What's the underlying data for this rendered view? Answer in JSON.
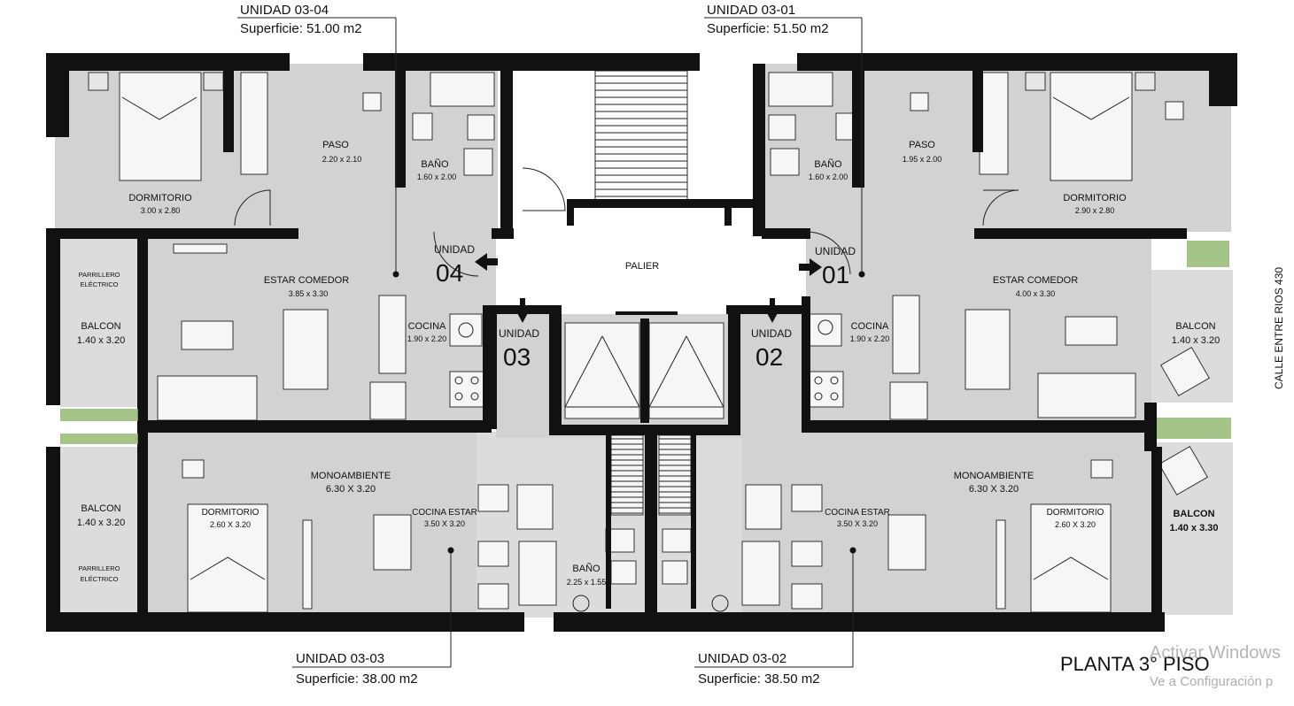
{
  "units": {
    "u0304": {
      "name": "UNIDAD 03-04",
      "area": "Superficie: 51.00 m2",
      "tag_label": "UNIDAD",
      "tag_num": "04"
    },
    "u0301": {
      "name": "UNIDAD 03-01",
      "area": "Superficie: 51.50 m2",
      "tag_label": "UNIDAD",
      "tag_num": "01"
    },
    "u0303": {
      "name": "UNIDAD 03-03",
      "area": "Superficie: 38.00 m2",
      "tag_label": "UNIDAD",
      "tag_num": "03"
    },
    "u0302": {
      "name": "UNIDAD 03-02",
      "area": "Superficie: 38.50 m2",
      "tag_label": "UNIDAD",
      "tag_num": "02"
    }
  },
  "rooms": {
    "dormitorio_04": {
      "name": "DORMITORIO",
      "dims": "3.00 x 2.80"
    },
    "paso_04": {
      "name": "PASO",
      "dims": "2.20 x 2.10"
    },
    "bano_04": {
      "name": "BAÑO",
      "dims": "1.60 x 2.00"
    },
    "bano_01": {
      "name": "BAÑO",
      "dims": "1.60 x 2.00"
    },
    "paso_01": {
      "name": "PASO",
      "dims": "1.95 x 2.00"
    },
    "dormitorio_01": {
      "name": "DORMITORIO",
      "dims": "2.90 x 2.80"
    },
    "parrillero_top": {
      "name1": "PARRILLERO",
      "name2": "ELÉCTRICO"
    },
    "balcon_04": {
      "name": "BALCON",
      "dims": "1.40 x 3.20"
    },
    "estar_04": {
      "name": "ESTAR COMEDOR",
      "dims": "3.85 x 3.30"
    },
    "cocina_04": {
      "name": "COCINA",
      "dims": "1.90 x 2.20"
    },
    "palier": {
      "name": "PALIER"
    },
    "cocina_01": {
      "name": "COCINA",
      "dims": "1.90 x 2.20"
    },
    "estar_01": {
      "name": "ESTAR COMEDOR",
      "dims": "4.00 x 3.30"
    },
    "balcon_01": {
      "name": "BALCON",
      "dims": "1.40 x 3.20"
    },
    "monoambiente_03": {
      "name": "MONOAMBIENTE",
      "dims": "6.30 X 3.20"
    },
    "dormitorio_03": {
      "name": "DORMITORIO",
      "dims": "2.60 X 3.20"
    },
    "cocina_estar_03": {
      "name": "COCINA ESTAR",
      "dims": "3.50 X 3.20"
    },
    "balcon_03": {
      "name": "BALCON",
      "dims": "1.40 x 3.20"
    },
    "parrillero_bottom": {
      "name1": "PARRILLERO",
      "name2": "ELÉCTRICO"
    },
    "bano_common": {
      "name": "BAÑO",
      "dims": "2.25 x 1.55"
    },
    "monoambiente_02": {
      "name": "MONOAMBIENTE",
      "dims": "6.30 X 3.20"
    },
    "cocina_estar_02": {
      "name": "COCINA ESTAR",
      "dims": "3.50 X 3.20"
    },
    "dormitorio_02": {
      "name": "DORMITORIO",
      "dims": "2.60 X 3.20"
    },
    "balcon_02": {
      "name": "BALCON",
      "dims": "1.40 x 3.30"
    }
  },
  "street_label": "CALLE ENTRE RIOS 430",
  "plan_title": "PLANTA 3° PISO",
  "watermark": {
    "line1": "Activar Windows",
    "line2": "Ve a Configuración p"
  },
  "colors": {
    "room": "#d2d2d2",
    "wall": "#111111",
    "vegetation": "#8fb56a"
  }
}
